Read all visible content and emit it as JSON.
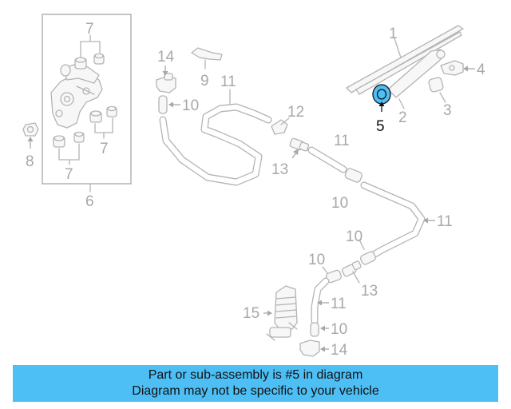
{
  "diagram": {
    "labels": {
      "p1": "1",
      "p2": "2",
      "p3": "3",
      "p4": "4",
      "p5": "5",
      "p6": "6",
      "p7a": "7",
      "p7b": "7",
      "p7c": "7",
      "p8": "8",
      "p9": "9",
      "p10a": "10",
      "p10b": "10",
      "p10c": "10",
      "p10d": "10",
      "p10e": "10",
      "p11a": "11",
      "p11b": "11",
      "p11c": "11",
      "p11d": "11",
      "p12": "12",
      "p13a": "13",
      "p13b": "13",
      "p14a": "14",
      "p14b": "14",
      "p15": "15"
    },
    "highlighted_part": "5",
    "highlight_color": "#4dbff5"
  },
  "banner": {
    "line1": "Part or sub-assembly is #5 in diagram",
    "line2": "Diagram may not be specific to your vehicle",
    "color": "#4dbff5"
  }
}
